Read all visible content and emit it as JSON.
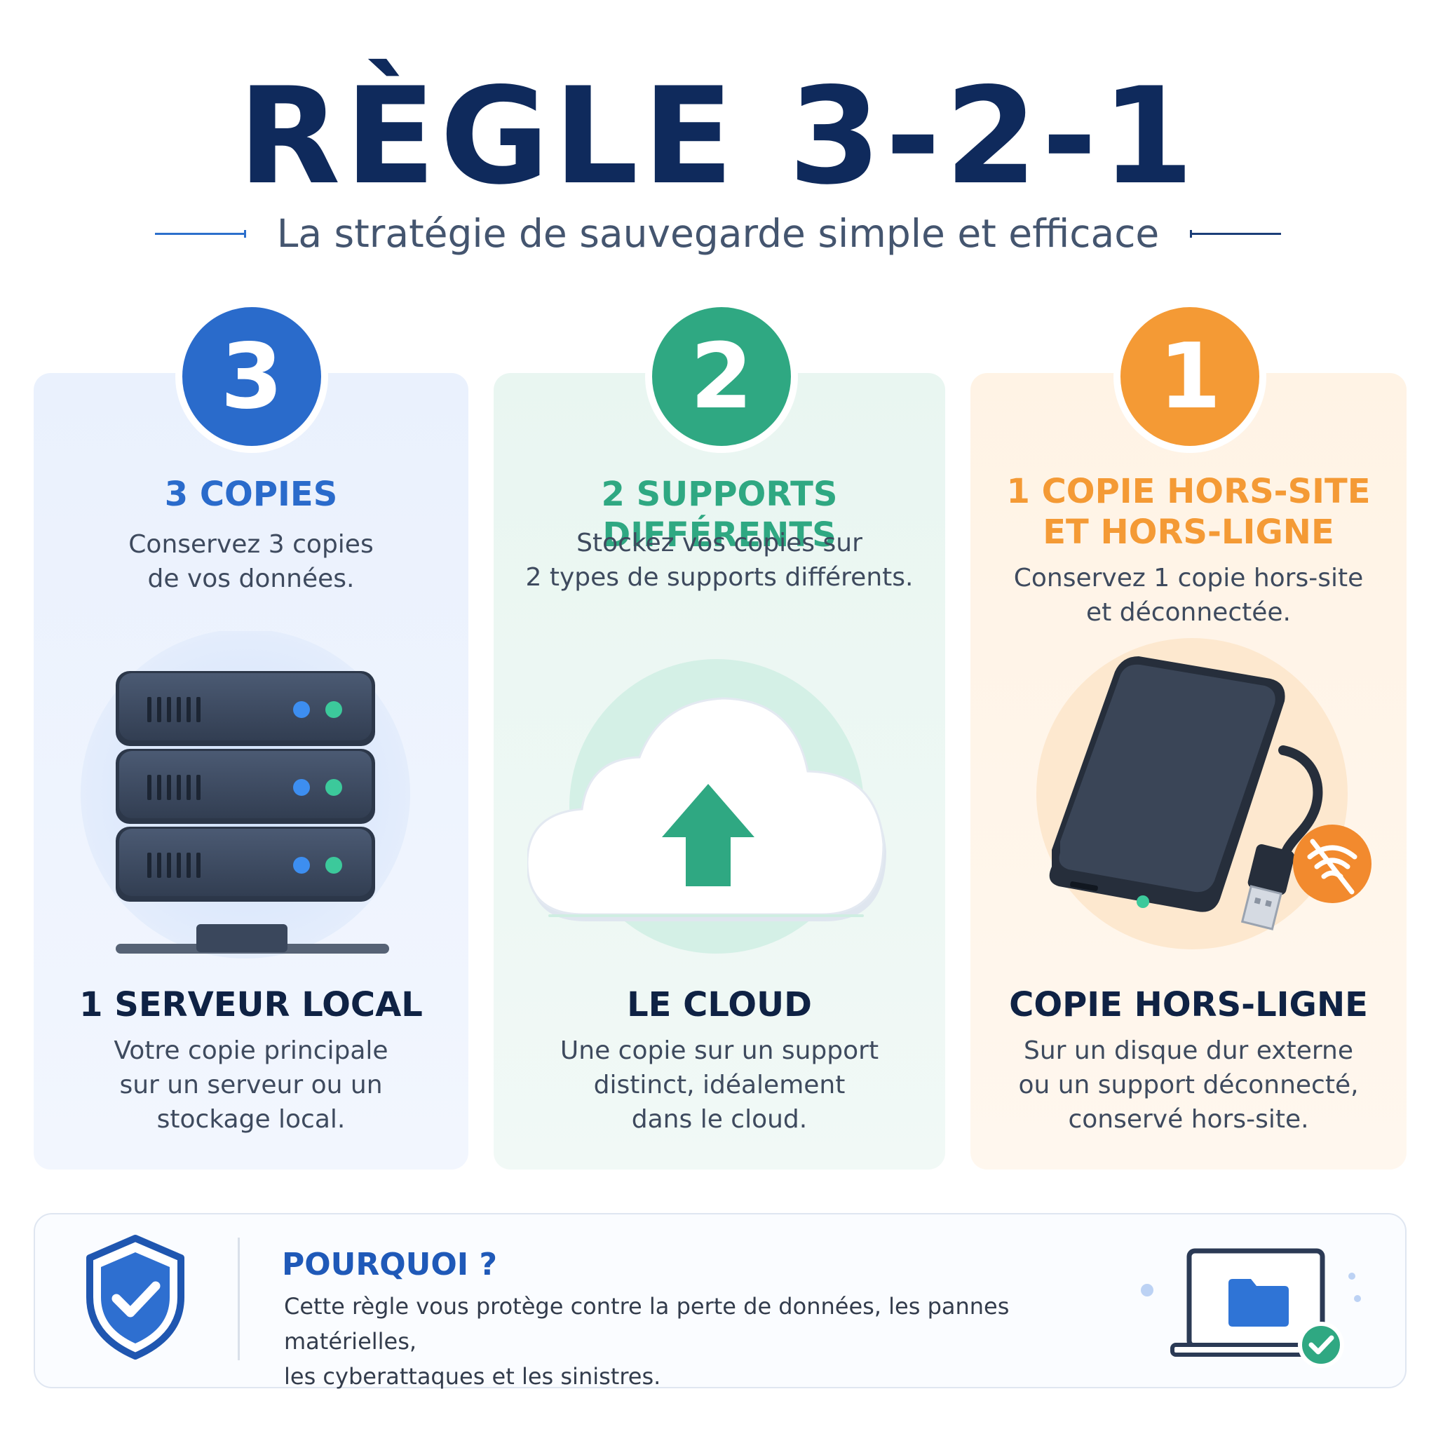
{
  "header": {
    "title": "RÈGLE 3-2-1",
    "subtitle": "La stratégie de sauvegarde simple et efficace"
  },
  "colors": {
    "navy": "#0f2a5c",
    "blue": "#2a6bcb",
    "green": "#2fa882",
    "orange": "#f49a35"
  },
  "cards": [
    {
      "number": "3",
      "heading": [
        "3 COPIES"
      ],
      "description": [
        "Conservez 3 copies",
        "de vos données."
      ],
      "illustration_icon": "server-rack-icon",
      "footer_heading": "1 SERVEUR LOCAL",
      "footer_description": [
        "Votre copie principale",
        "sur un serveur ou un",
        "stockage local."
      ]
    },
    {
      "number": "2",
      "heading": [
        "2 SUPPORTS DIFFÉRENTS"
      ],
      "description": [
        "Stockez vos copies sur",
        "2 types de supports différents."
      ],
      "illustration_icon": "cloud-upload-icon",
      "footer_heading": "LE CLOUD",
      "footer_description": [
        "Une copie sur un support",
        "distinct, idéalement",
        "dans le cloud."
      ]
    },
    {
      "number": "1",
      "heading": [
        "1 COPIE HORS-SITE",
        "ET HORS-LIGNE"
      ],
      "description": [
        "Conservez 1 copie hors-site",
        "et déconnectée."
      ],
      "illustration_icon": "external-drive-offline-icon",
      "footer_heading": "COPIE HORS-LIGNE",
      "footer_description": [
        "Sur un disque dur externe",
        "ou un support déconnecté,",
        "conservé hors-site."
      ]
    }
  ],
  "why": {
    "icon": "shield-check-icon",
    "title": "POURQUOI ?",
    "lines": [
      "Cette règle vous protège contre la perte de données, les pannes matérielles,",
      "les cyberattaques et les sinistres."
    ],
    "side_icon": "laptop-folder-check-icon"
  }
}
